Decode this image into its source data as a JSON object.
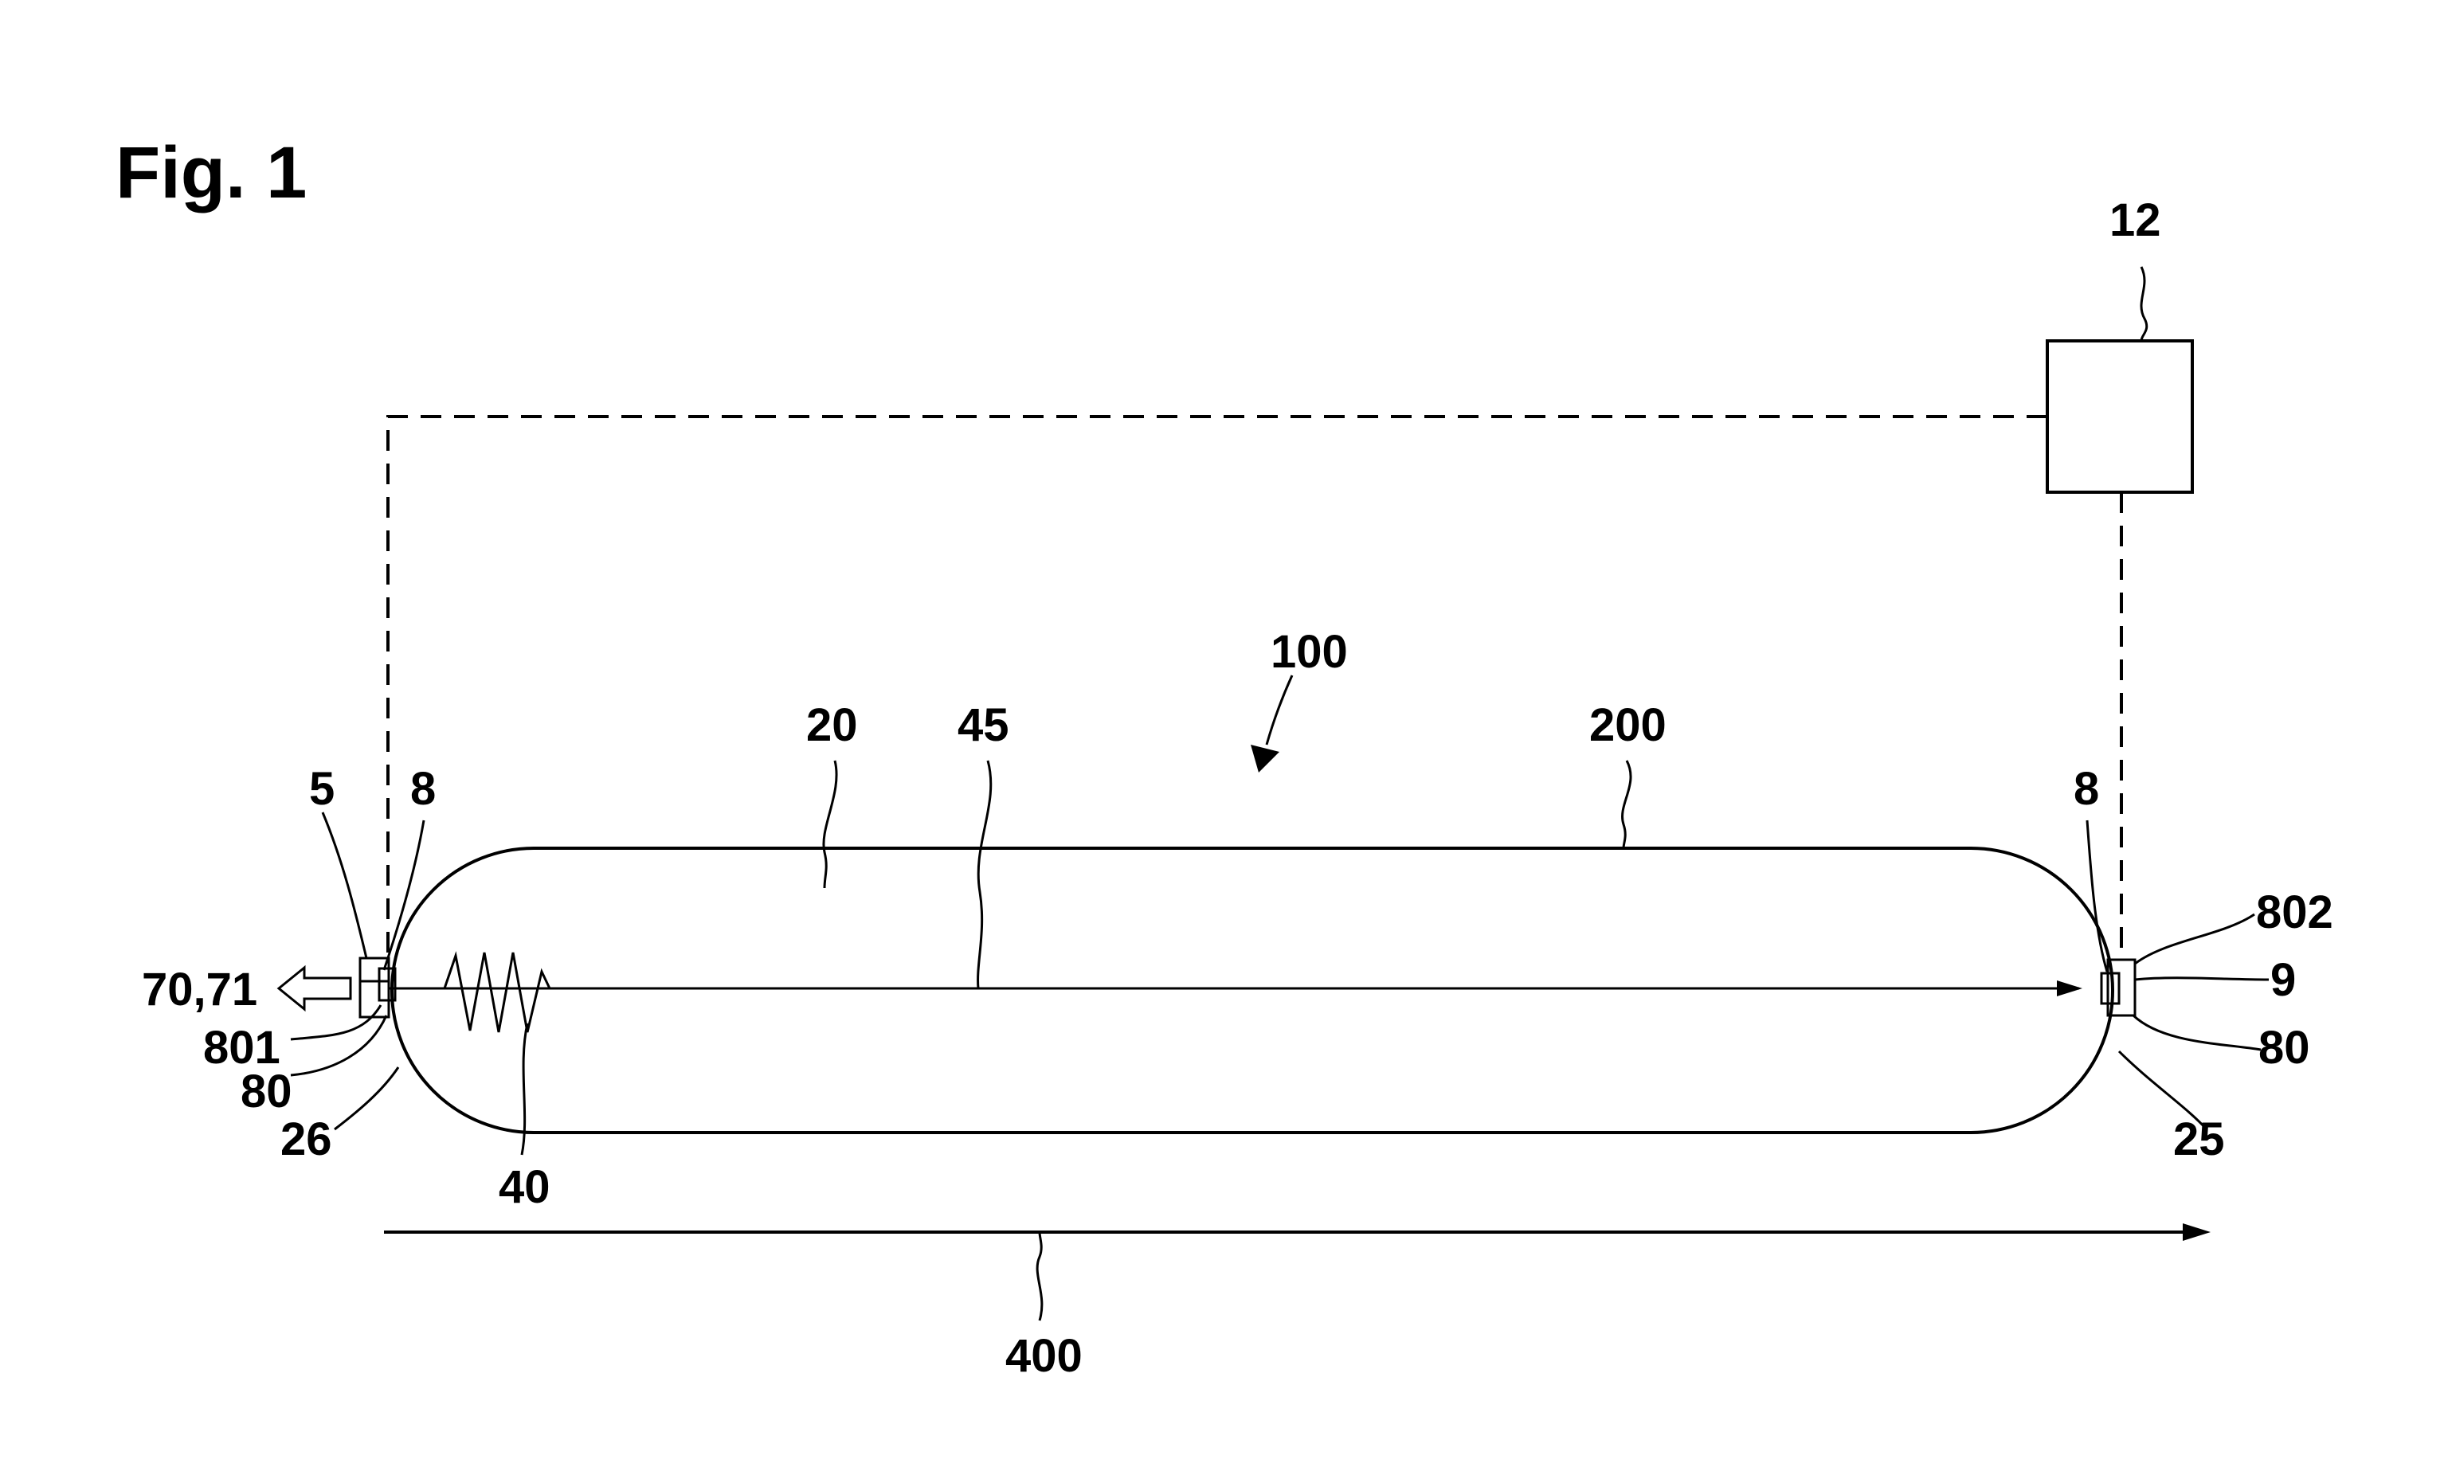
{
  "figure": {
    "title": "Fig. 1",
    "labels": {
      "l12": "12",
      "l100": "100",
      "l20": "20",
      "l45": "45",
      "l200": "200",
      "l5": "5",
      "l8_left": "8",
      "l8_right": "8",
      "l802": "802",
      "l9": "9",
      "l7071": "70,71",
      "l801": "801",
      "l80_left": "80",
      "l80_right": "80",
      "l26": "26",
      "l25": "25",
      "l40": "40",
      "l400": "400"
    }
  }
}
